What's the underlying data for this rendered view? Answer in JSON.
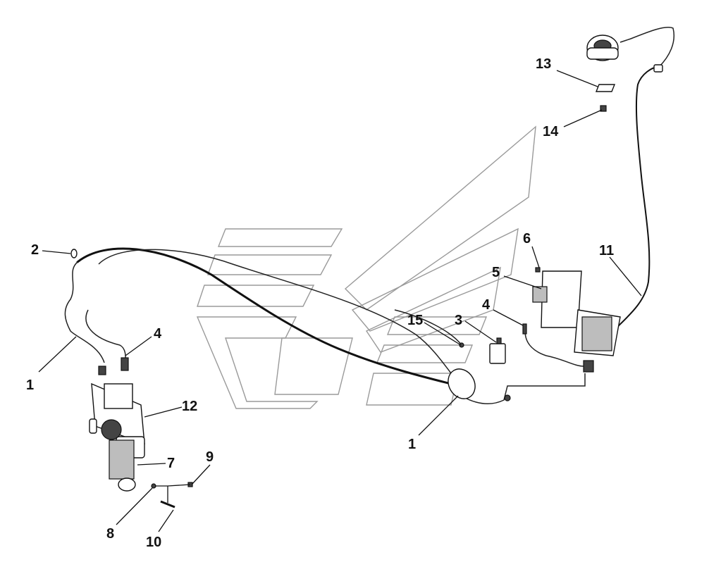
{
  "diagram": {
    "callouts": [
      {
        "id": "c13",
        "text": "13"
      },
      {
        "id": "c14",
        "text": "14"
      },
      {
        "id": "c2",
        "text": "2"
      },
      {
        "id": "c6",
        "text": "6"
      },
      {
        "id": "c11",
        "text": "11"
      },
      {
        "id": "c5",
        "text": "5"
      },
      {
        "id": "c4a",
        "text": "4"
      },
      {
        "id": "c15",
        "text": "15"
      },
      {
        "id": "c3",
        "text": "3"
      },
      {
        "id": "c4b",
        "text": "4"
      },
      {
        "id": "c1a",
        "text": "1"
      },
      {
        "id": "c12",
        "text": "12"
      },
      {
        "id": "c7",
        "text": "7"
      },
      {
        "id": "c9",
        "text": "9"
      },
      {
        "id": "c1b",
        "text": "1"
      },
      {
        "id": "c8",
        "text": "8"
      },
      {
        "id": "c10",
        "text": "10"
      }
    ]
  }
}
